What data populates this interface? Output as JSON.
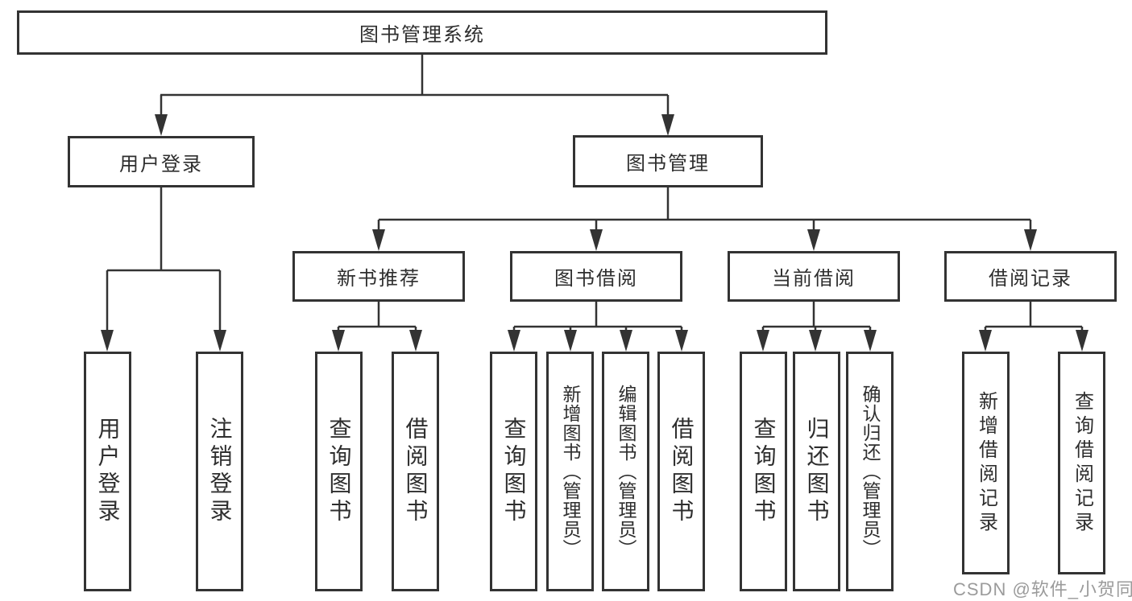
{
  "watermark": "CSDN @软件_小贺同学",
  "colors": {
    "line": "#333333",
    "text": "#2e2e2e",
    "watermark": "#9b9b9b",
    "background": "#ffffff"
  },
  "tree": {
    "label": "图书管理系统",
    "children": [
      {
        "label": "用户登录",
        "children": [
          {
            "label": "用户登录"
          },
          {
            "label": "注销登录"
          }
        ]
      },
      {
        "label": "图书管理",
        "children": [
          {
            "label": "新书推荐",
            "children": [
              {
                "label": "查询图书"
              },
              {
                "label": "借阅图书"
              }
            ]
          },
          {
            "label": "图书借阅",
            "children": [
              {
                "label": "查询图书"
              },
              {
                "label": "新增图书（管理员）"
              },
              {
                "label": "编辑图书（管理员）"
              },
              {
                "label": "借阅图书"
              }
            ]
          },
          {
            "label": "当前借阅",
            "children": [
              {
                "label": "查询图书"
              },
              {
                "label": "归还图书"
              },
              {
                "label": "确认归还（管理员）"
              }
            ]
          },
          {
            "label": "借阅记录",
            "children": [
              {
                "label": "新增借阅记录"
              },
              {
                "label": "查询借阅记录"
              }
            ]
          }
        ]
      }
    ]
  }
}
